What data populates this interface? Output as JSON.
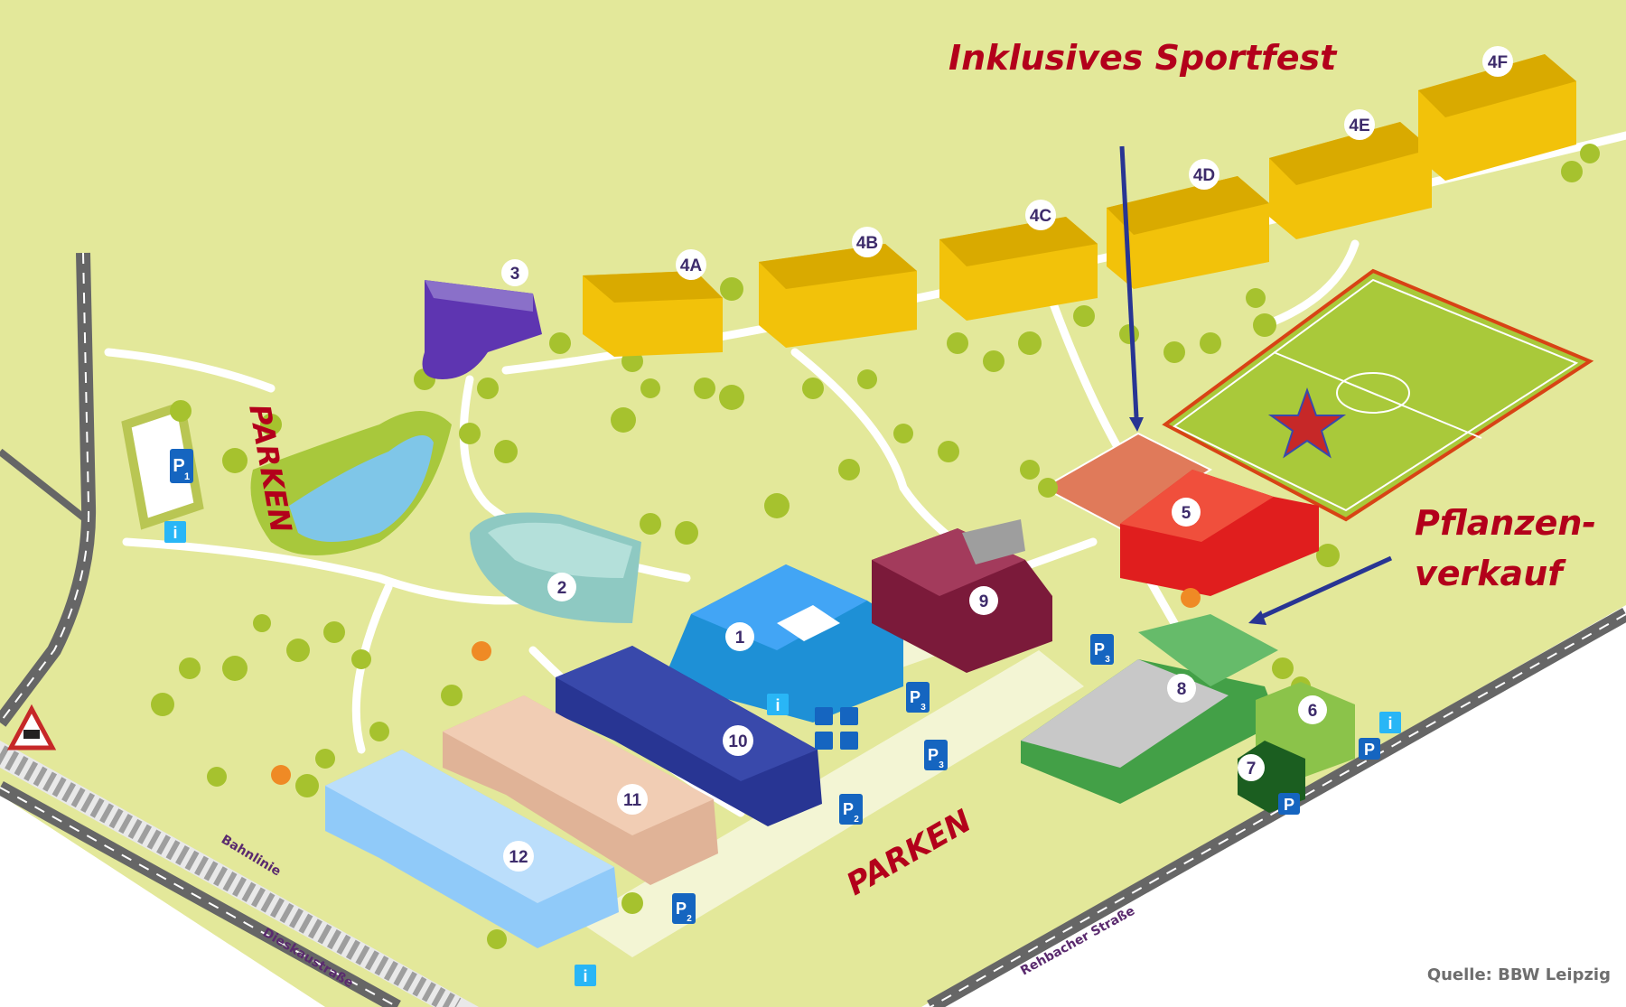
{
  "annotations": {
    "sportfest": "Inklusives Sportfest",
    "pflanzen_line1": "Pflanzen-",
    "pflanzen_line2": "verkauf",
    "parken_left": "PARKEN",
    "parken_bottom": "PARKEN"
  },
  "streets": {
    "bahnlinie": "Bahnlinie",
    "dieskau": "Dieskaustraße",
    "rehbacher": "Rehbacher Straße"
  },
  "buildings": {
    "b1": "1",
    "b2": "2",
    "b3": "3",
    "b4a": "4A",
    "b4b": "4B",
    "b4c": "4C",
    "b4d": "4D",
    "b4e": "4E",
    "b4f": "4F",
    "b5": "5",
    "b6": "6",
    "b7": "7",
    "b8": "8",
    "b9": "9",
    "b10": "10",
    "b11": "11",
    "b12": "12"
  },
  "parking": {
    "p": "P",
    "p1": "1",
    "p2": "2",
    "p3": "3"
  },
  "info": "i",
  "credit": "Quelle: BBW Leipzig",
  "colors": {
    "ground": "#e3e89a",
    "grass": "#d6df7e",
    "path": "#ffffff",
    "accent_red": "#b3001b",
    "residential": "#f2c20a",
    "building_blue": "#1e90d6",
    "building_navy": "#283593",
    "building_maroon": "#7b1a3a",
    "building_red": "#e01e1e",
    "building_green": "#4caf50",
    "field": "#a9c93a",
    "star": "#c62828"
  }
}
